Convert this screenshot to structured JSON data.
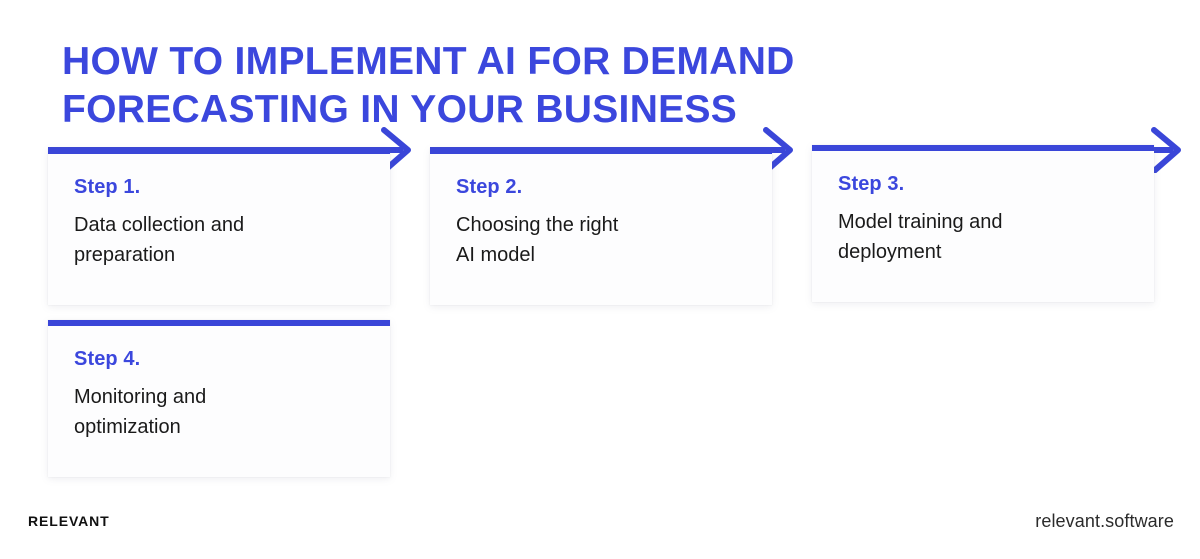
{
  "theme": {
    "background": "#ffffff",
    "accent_blue": "#3a46d8",
    "title_blue": "#3b47dd",
    "body_text": "#1a1a1a",
    "card_background": "#fdfdfe"
  },
  "title": "How to implement AI for demand\nforecasting in your business",
  "steps": [
    {
      "label": "Step 1.",
      "text": "Data collection and\npreparation",
      "has_arrow": true
    },
    {
      "label": "Step 2.",
      "text": "Choosing the right\nAI model",
      "has_arrow": true
    },
    {
      "label": "Step 3.",
      "text": "Model training and\ndeployment",
      "has_arrow": true
    },
    {
      "label": "Step 4.",
      "text": "Monitoring and\noptimization",
      "has_arrow": false
    }
  ],
  "footer": {
    "brand": "RELEVANT",
    "website": "relevant.software"
  }
}
